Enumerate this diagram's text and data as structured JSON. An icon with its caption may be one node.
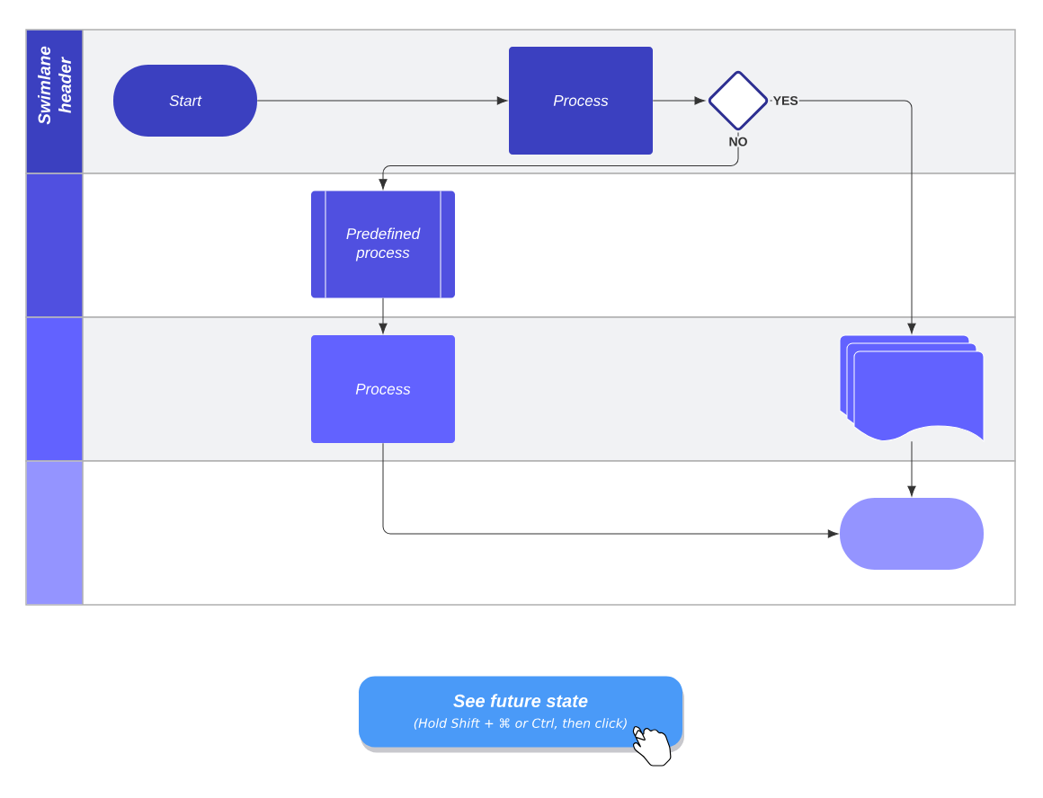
{
  "diagram": {
    "nodes": [
      {
        "text": [
          "Swimlane header"
        ]
      },
      {
        "text": [
          "Start"
        ],
        "in": 0
      },
      {
        "text": [
          "Process"
        ],
        "in": 0
      },
      {
        "text": [],
        "shape": "diamond",
        "in": 0
      },
      {
        "text": [],
        "shape": "band"
      },
      {
        "text": [
          "Predefined process"
        ],
        "in": 4
      },
      {
        "text": [],
        "shape": "band"
      },
      {
        "text": [
          "Process"
        ],
        "in": 6
      },
      {
        "text": [],
        "shape": "document",
        "in": 6
      },
      {
        "text": [],
        "shape": "band"
      },
      {
        "text": [],
        "shape": "terminal",
        "in": 9
      },
      {
        "text": [
          "See future state",
          "(Hold Shift + ⌘ or Ctrl, then click)"
        ]
      }
    ],
    "edges": [
      {
        "from": 1,
        "to": 2,
        "arrow": "to"
      },
      {
        "from": 2,
        "to": 3,
        "arrow": "to"
      },
      {
        "from": 3,
        "to": 8,
        "arrow": "to",
        "label": "YES"
      },
      {
        "from": 3,
        "to": 5,
        "arrow": "to",
        "label": "NO"
      },
      {
        "from": 5,
        "to": 7,
        "arrow": "to"
      },
      {
        "from": 8,
        "to": 10,
        "arrow": "to"
      },
      {
        "from": 7,
        "to": 10,
        "arrow": "to"
      }
    ]
  }
}
